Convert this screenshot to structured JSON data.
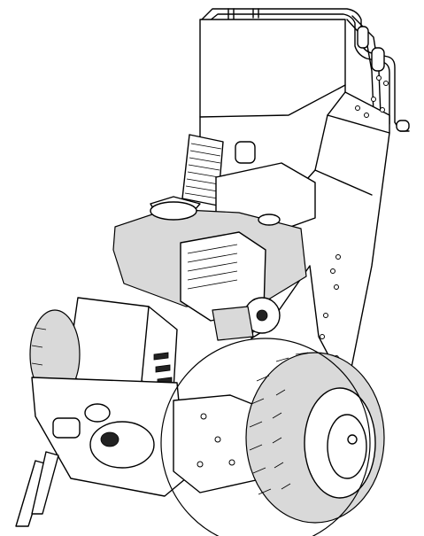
{
  "figure": {
    "subject": "wood-chipper-exploded-illustration",
    "detail_callout": "wheel-and-axle-circle"
  },
  "parts": [
    {
      "id": "handle-bar",
      "name": "handle"
    },
    {
      "id": "hopper-panel",
      "name": "upper-panel"
    },
    {
      "id": "frame-rail",
      "name": "frame"
    },
    {
      "id": "engine",
      "name": "engine"
    },
    {
      "id": "fuel-tank",
      "name": "fuel-tank"
    },
    {
      "id": "air-filter",
      "name": "air-filter"
    },
    {
      "id": "chute",
      "name": "discharge-chute"
    },
    {
      "id": "front-wheel",
      "name": "front-wheel"
    },
    {
      "id": "rear-wheel",
      "name": "rear-wheel"
    },
    {
      "id": "stand-leg",
      "name": "stand"
    },
    {
      "id": "drive-coupling",
      "name": "coupling"
    }
  ],
  "colors": {
    "line": "#000000",
    "fill": "#ffffff",
    "shade": "#d9d9d9"
  }
}
